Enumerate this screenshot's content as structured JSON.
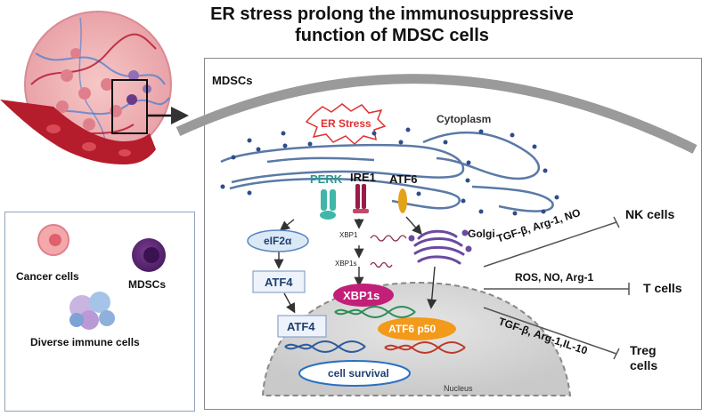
{
  "title_line1": "ER stress prolong the immunosuppressive",
  "title_line2": "function of MDSC cells",
  "panel": {
    "cell_label": "MDSCs",
    "er_stress": "ER Stress",
    "cytoplasm": "Cytoplasm",
    "nucleus": "Nucleus",
    "golgi": "Golgi"
  },
  "sensors": {
    "perk": "PERK",
    "ire1": "IRE1",
    "atf6": "ATF6"
  },
  "pathway": {
    "eif2a": "eIF2α",
    "atf4_cyto": "ATF4",
    "atf4_nuc": "ATF4",
    "xbp1_mrna": "XBP1",
    "xbp1s_mrna": "XBP1s",
    "xbp1s_protein": "XBP1s",
    "atf6_p50": "ATF6 p50",
    "cell_survival": "cell survival"
  },
  "targets": {
    "nk": {
      "mediators": "TGF-β, Arg-1, NO",
      "label": "NK cells"
    },
    "t": {
      "mediators": "ROS, NO, Arg-1",
      "label": "T cells"
    },
    "treg": {
      "mediators": "TGF-β, Arg-1,IL-10",
      "label_line1": "Treg",
      "label_line2": "cells"
    }
  },
  "legend": {
    "cancer": "Cancer cells",
    "mdsc": "MDSCs",
    "immune": "Diverse immune cells"
  },
  "colors": {
    "er_membrane": "#5a7aa6",
    "er_dot": "#2f4d8a",
    "perk": "#3fb7a8",
    "ire1": "#9b1b48",
    "atf6": "#e2a21a",
    "xbp1s_fill": "#c21f78",
    "atf6p50_fill": "#f39a1a",
    "dna_red": "#c0392b",
    "dna_green": "#2e8b57",
    "dna_blue": "#2c5aa0"
  }
}
